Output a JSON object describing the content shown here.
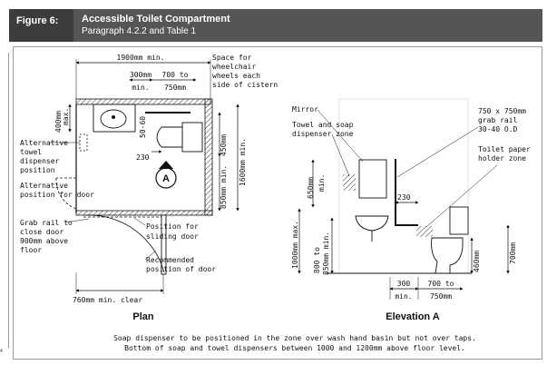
{
  "header": {
    "figure_label": "Figure 6:",
    "title": "Accessible Toilet Compartment",
    "subtitle": "Paragraph 4.2.2 and Table 1"
  },
  "page_number": "4",
  "plan": {
    "view_title": "Plan",
    "width_label": "1900mm min.",
    "gap_label_top": "300mm",
    "gap_label_bottom": "min.",
    "range_label_top": "700 to",
    "range_label_bottom": "750mm",
    "wheelchair_note": [
      "Space for",
      "wheelchair",
      "wheels each",
      "side of cistern"
    ],
    "basin_height_label": [
      "400mm",
      "max."
    ],
    "basin_offset_label": "50-60",
    "offset_label": "230",
    "symbol_letter": "A",
    "dim_450": "450mm",
    "dim_1600": "1600mm min.",
    "dim_850": "850mm min.",
    "alt_towel_label": [
      "Alternative",
      "towel",
      "dispenser",
      "position"
    ],
    "alt_door_label": [
      "Alternative",
      "position for door"
    ],
    "grab_rail_label": [
      "Grab rail to",
      "close door",
      "900mm above",
      "floor"
    ],
    "sliding_door_label": [
      "Position for",
      "sliding door"
    ],
    "recommended_door_label": [
      "Recommended",
      "position of door"
    ],
    "clear_width_label": "760mm min. clear"
  },
  "elevation": {
    "view_title": "Elevation A",
    "mirror_label": "Mirror",
    "towel_soap_label": [
      "Towel and soap",
      "dispenser zone"
    ],
    "grab_rail_label": [
      "750 x 750mm",
      "grab rail",
      "30-40 O.D"
    ],
    "toilet_paper_label": [
      "Toilet paper",
      "holder zone"
    ],
    "dim_650": "650mm",
    "dim_650_sub": "min.",
    "dim_1000": "1000mm max.",
    "dim_800": [
      "800 to",
      "850mm min."
    ],
    "offset_label": "230",
    "dim_460": "460mm",
    "dim_700": "700mm",
    "bottom_left_top": "300",
    "bottom_left_bottom": "min.",
    "bottom_right_top": "700 to",
    "bottom_right_bottom": "750mm"
  },
  "notes": [
    "Soap dispenser to be positioned in the zone over wash hand basin but not over taps.",
    "Bottom of soap and towel dispensers between 1000 and 1200mm above floor level."
  ]
}
